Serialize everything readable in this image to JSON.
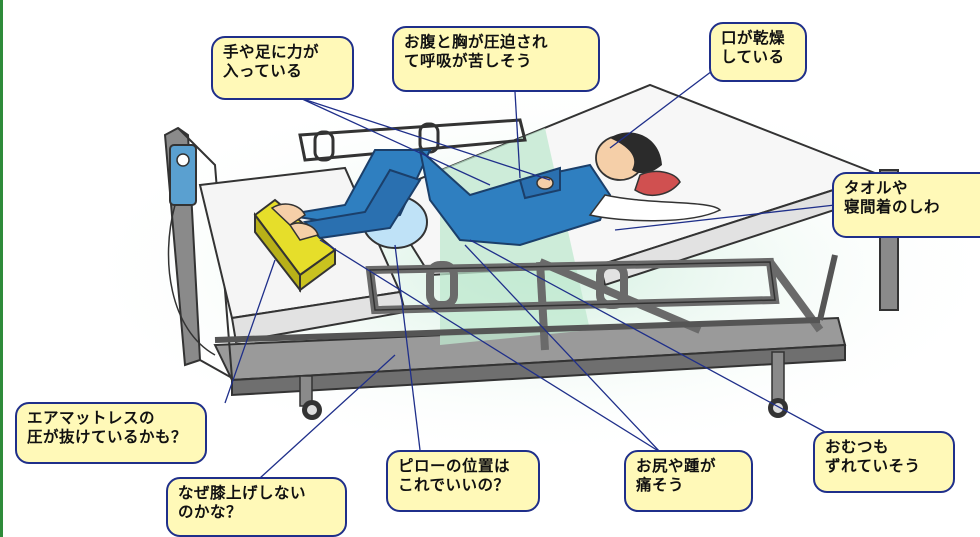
{
  "colors": {
    "frame_green": "#2e8b3a",
    "callout_fill": "#fff9b8",
    "callout_border": "#1f2f8a",
    "bed_frame": "#8a8a8a",
    "pajama_blue": "#2f7fc0",
    "wedge_yellow": "#d8d020",
    "soft_green": "#bfe8cf"
  },
  "callouts": {
    "hands_feet": "手や足に力が\n入っている",
    "chest": "お腹と胸が圧迫され\nて呼吸が苦しそう",
    "mouth": "口が乾燥\nしている",
    "towel": "タオルや\n寝間着のしわ",
    "mattress": "エアマットレスの\n圧が抜けているかも？",
    "knee": "なぜ膝上げしない\nのかな？",
    "pillow": "ピローの位置は\nこれでいいの？",
    "buttocks": "お尻や踵が\n痛そう",
    "diaper": "おむつも\nずれていそう"
  }
}
